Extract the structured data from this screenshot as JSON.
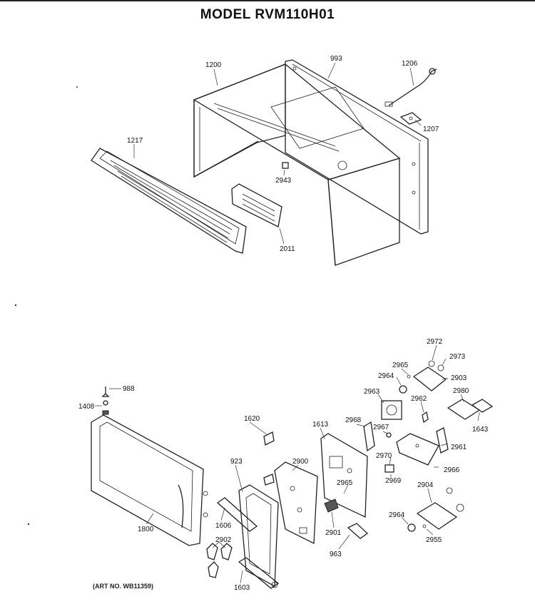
{
  "title": "MODEL RVM110H01",
  "art_number": "(ART NO. WB11359)",
  "part_labels": {
    "p993": "993",
    "p1200": "1200",
    "p1206": "1206",
    "p1207": "1207",
    "p1217": "1217",
    "p2943": "2943",
    "p2011": "2011",
    "p2972": "2972",
    "p2973": "2973",
    "p2965a": "2965",
    "p2964a": "2964",
    "p2903": "2903",
    "p2963": "2963",
    "p2962": "2962",
    "p2980": "2980",
    "p988": "988",
    "p1408": "1408",
    "p1620": "1620",
    "p1613": "1613",
    "p2968": "2968",
    "p2967": "2967",
    "p1643": "1643",
    "p2961": "2961",
    "p923": "923",
    "p2900": "2900",
    "p2970": "2970",
    "p2966": "2966",
    "p2965b": "2965",
    "p2904": "2904",
    "p2969": "2969",
    "p1800": "1800",
    "p1606": "1606",
    "p2901": "2901",
    "p2964b": "2964",
    "p2902": "2902",
    "p963": "963",
    "p2955": "2955",
    "p1603": "1603"
  }
}
